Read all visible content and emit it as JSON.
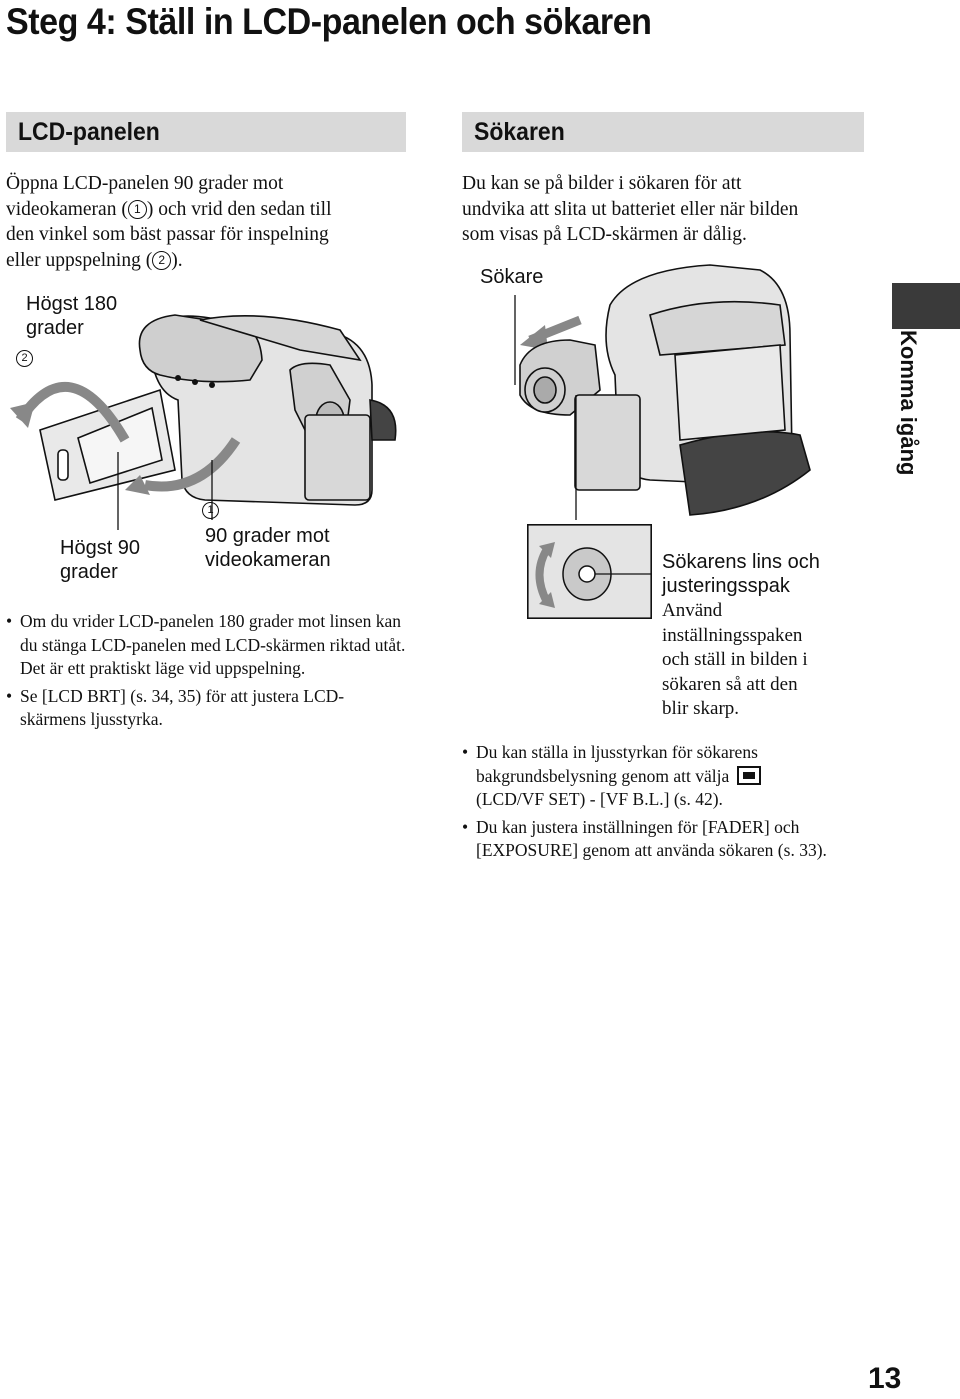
{
  "page": {
    "title": "Steg 4: Ställ in LCD-panelen och sökaren",
    "side_tab": "Komma igång",
    "page_number": "13"
  },
  "lcd": {
    "heading": "LCD-panelen",
    "intro_1": "Öppna LCD-panelen 90 grader mot",
    "intro_2": "videokameran (",
    "intro_2_num": "1",
    "intro_2_end": ") och vrid den sedan till",
    "intro_3": "den vinkel som bäst passar för inspelning",
    "intro_4": "eller uppspelning (",
    "intro_4_num": "2",
    "intro_4_end": ").",
    "label_180_1": "Högst 180",
    "label_180_2": "grader",
    "label_num_2": "2",
    "label_num_1": "1",
    "label_90_1": "Högst 90",
    "label_90_2": "grader",
    "label_toward_1": "90 grader mot",
    "label_toward_2": "videokameran",
    "bullets": [
      "Om du vrider LCD-panelen 180 grader mot linsen kan du stänga LCD-panelen med LCD-skärmen riktad utåt. Det är ett praktiskt läge vid uppspelning.",
      "Se [LCD BRT] (s. 34, 35) för att justera LCD-skärmens ljusstyrka."
    ]
  },
  "vf": {
    "heading": "Sökaren",
    "intro_1": "Du kan se på bilder i sökaren för att",
    "intro_2": "undvika att slita ut batteriet eller när bilden",
    "intro_3": "som visas på LCD-skärmen är dålig.",
    "label_sokare": "Sökare",
    "lens_label_1": "Sökarens lins och",
    "lens_label_2": "justeringsspak",
    "lens_desc": [
      "Använd",
      "inställningsspaken",
      "och ställ in bilden i",
      "sökaren så att den",
      "blir skarp."
    ],
    "bullet_1_line_1": "Du kan ställa in ljusstyrkan för sökarens",
    "bullet_1_line_2": "bakgrundsbelysning genom att välja",
    "bullet_1_line_3": "(LCD/VF SET) - [VF B.L.] (s. 42).",
    "bullet_2": "Du kan justera inställningen för [FADER] och [EXPOSURE] genom att använda sökaren (s. 33).",
    "bullet_icon": "viewfinder-settings-icon"
  }
}
